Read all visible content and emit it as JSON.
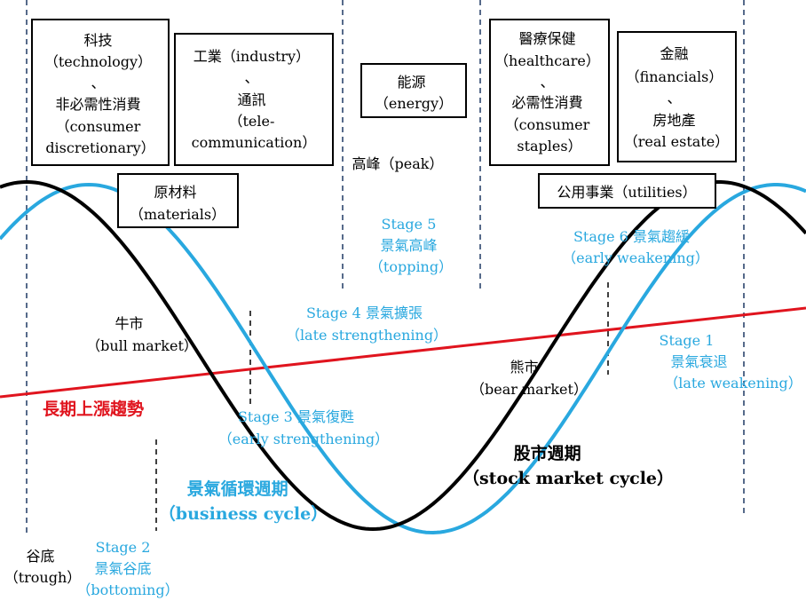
{
  "sectors": {
    "box1": [
      "科技",
      "（technology）",
      "、",
      "非必需性消費",
      "（consumer",
      "discretionary）"
    ],
    "box2": [
      "工業（industry）",
      "、",
      "通訊",
      "（tele-",
      "communication）"
    ],
    "box3": [
      "能源",
      "（energy）"
    ],
    "box4": [
      "醫療保健",
      "（healthcare）",
      "、",
      "必需性消費",
      "（consumer",
      "staples）"
    ],
    "box5": [
      "金融",
      "（financials）",
      "、",
      "房地產",
      "（real estate）"
    ],
    "box6": [
      "原材料",
      "（materials）"
    ],
    "box7": [
      "公用事業（utilities）"
    ]
  },
  "stock_labels": {
    "peak": "高峰（peak）",
    "bull": [
      "牛市",
      "（bull market）"
    ],
    "bear": [
      "熊市",
      "（bear market）"
    ],
    "trough": [
      "谷底",
      "（trough）"
    ],
    "cycle": [
      "股市週期",
      "（stock market cycle）"
    ]
  },
  "stages": {
    "s1": [
      "Stage 1",
      "景氣衰退",
      "（late weakening）"
    ],
    "s2": [
      "Stage 2",
      "景氣谷底",
      "（bottoming）"
    ],
    "s3": [
      "Stage 3  景氣復甦",
      "（early strengthening）"
    ],
    "s4": [
      "Stage 4  景氣擴張",
      "（late strengthening）"
    ],
    "s5": [
      "Stage 5",
      "景氣高峰",
      "（topping）"
    ],
    "s6": [
      "Stage 6  景氣趨緩",
      "（early weakening）"
    ]
  },
  "business_cycle": [
    "景氣循環週期",
    "（business cycle）"
  ],
  "trend_label": "長期上漲趨勢",
  "colors": {
    "stock_curve": "#000000",
    "business_curve": "#29a8df",
    "trend_line": "#e0141e",
    "dashed_lines": "#1f3864"
  }
}
